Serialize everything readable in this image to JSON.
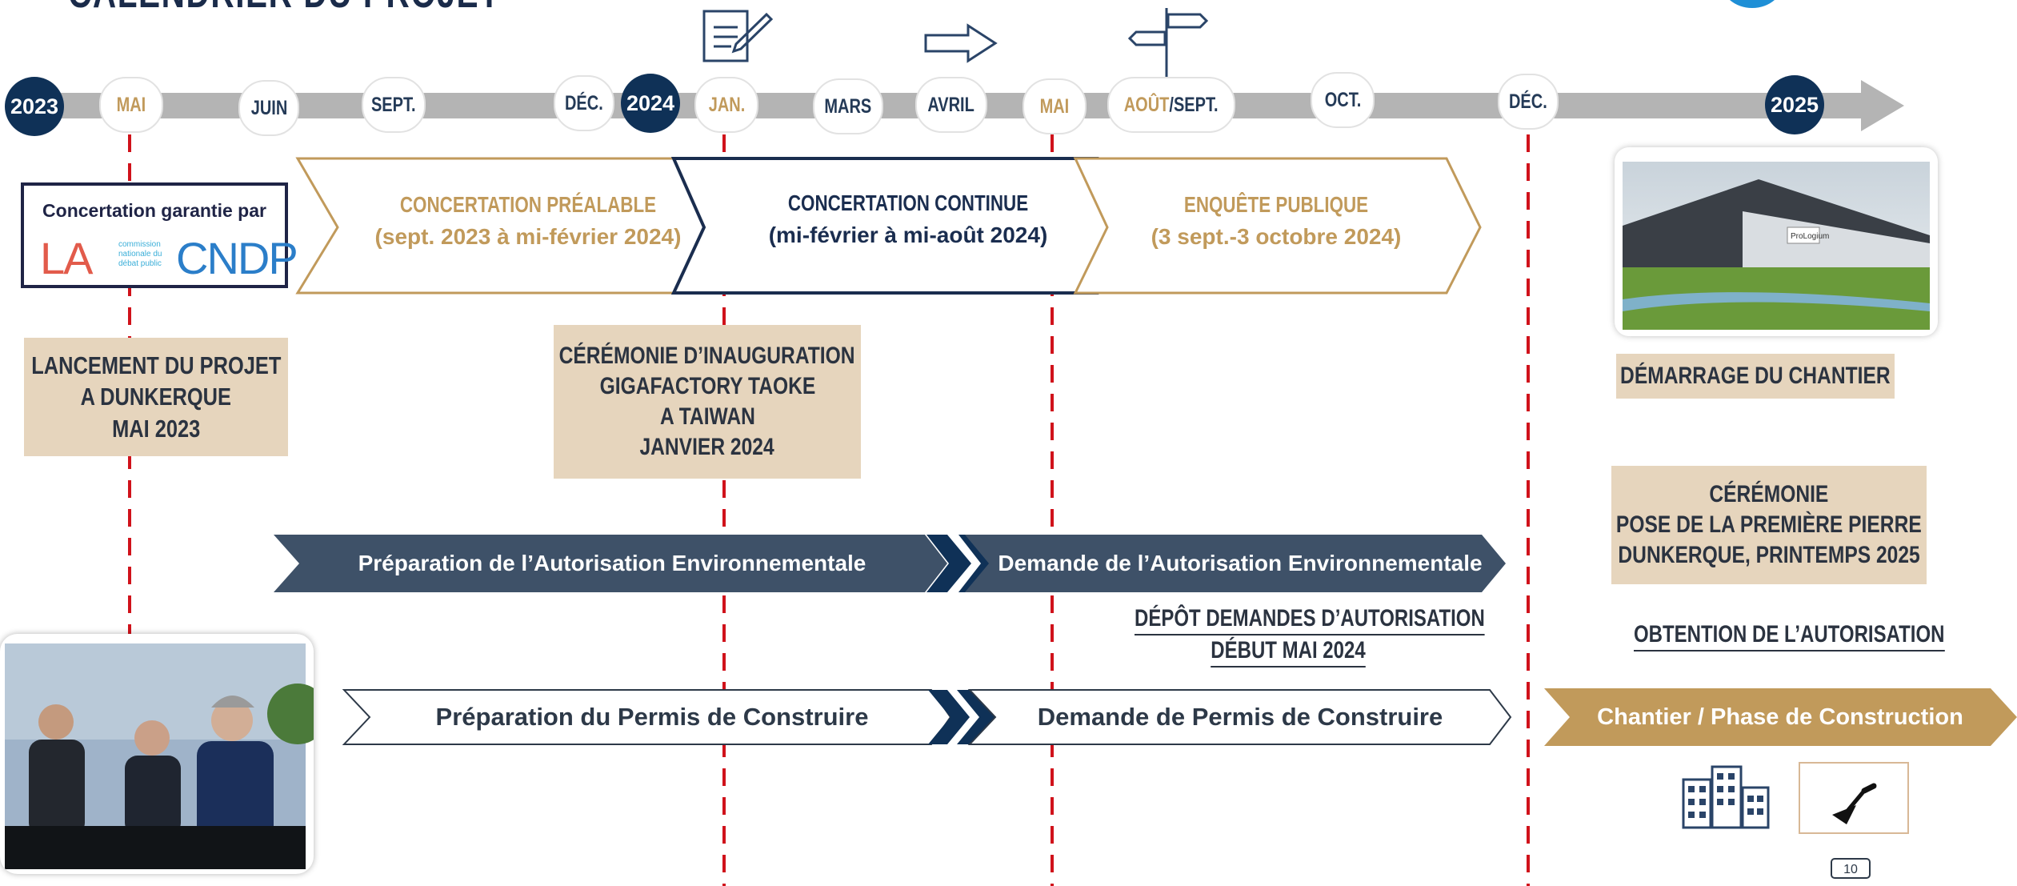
{
  "header": {
    "title": "CALENDRIER DU PROJET"
  },
  "timeline": {
    "years": [
      "2023",
      "2024",
      "2025"
    ],
    "months": [
      "MAI",
      "JUIN",
      "SEPT.",
      "DÉC.",
      "JAN.",
      "MARS",
      "AVRIL",
      "MAI",
      "AOÛT",
      "/SEPT.",
      "OCT.",
      "DÉC."
    ],
    "icons": [
      "document-edit-icon",
      "arrow-right-icon",
      "signpost-icon"
    ]
  },
  "cndp": {
    "heading": "Concertation garantie par",
    "logo_text_left": "LA",
    "logo_text_right": "CNDP",
    "logo_small": [
      "commission",
      "nationale du",
      "débat public"
    ]
  },
  "phases": [
    {
      "title": "CONCERTATION PRÉALABLE",
      "dates": "(sept. 2023 à mi-février 2024)"
    },
    {
      "title": "CONCERTATION CONTINUE",
      "dates": "(mi-février à mi-août 2024)"
    },
    {
      "title": "ENQUÊTE PUBLIQUE",
      "dates": "(3 sept.-3 octobre 2024)"
    }
  ],
  "events": {
    "launch": [
      "LANCEMENT DU PROJET",
      "A DUNKERQUE",
      "MAI 2023"
    ],
    "inauguration": [
      "CÉRÉMONIE D’INAUGURATION",
      "GIGAFACTORY TAOKE",
      "A TAIWAN",
      "JANVIER 2024"
    ],
    "site_start": "DÉMARRAGE DU CHANTIER",
    "first_stone": [
      "CÉRÉMONIE",
      "POSE DE LA PREMIÈRE PIERRE",
      "DUNKERQUE, PRINTEMPS 2025"
    ],
    "deposit": [
      "DÉPÔT DEMANDES  D’AUTORISATION",
      "DÉBUT MAI 2024"
    ],
    "authorization": "OBTENTION DE L’AUTORISATION"
  },
  "env_track": {
    "prep": "Préparation de l’Autorisation Environnementale",
    "request": "Demande de l’Autorisation Environnementale"
  },
  "permit_track": {
    "prep": "Préparation du Permis de Construire",
    "request": "Demande de Permis de Construire"
  },
  "construction": {
    "label": "Chantier / Phase de Construction",
    "icons": [
      "buildings-icon",
      "trowel-icon"
    ]
  },
  "rendering": {
    "sign_text": "ProLogium"
  },
  "page_number": "10",
  "colors": {
    "navy": "#0f3157",
    "gold": "#c19a5b",
    "beige": "#e6d5bd",
    "slate": "#3e5168",
    "red_dash": "#d0121b",
    "grey_bar": "#b4b4b4"
  }
}
